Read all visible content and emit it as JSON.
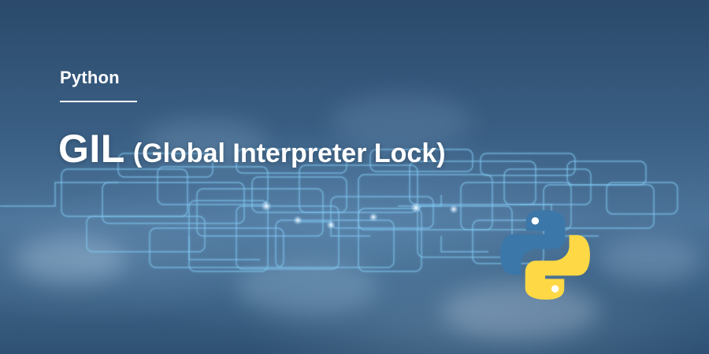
{
  "banner": {
    "category": "Python",
    "title_main": "GIL",
    "title_sub": "(Global Interpreter Lock)"
  },
  "logo": {
    "icon": "python-logo-icon",
    "colors": {
      "blue": "#3b77a8",
      "yellow": "#ffd845"
    }
  },
  "background": {
    "base_color": "#2b4a6b",
    "line_color": "#7fc6f0"
  }
}
